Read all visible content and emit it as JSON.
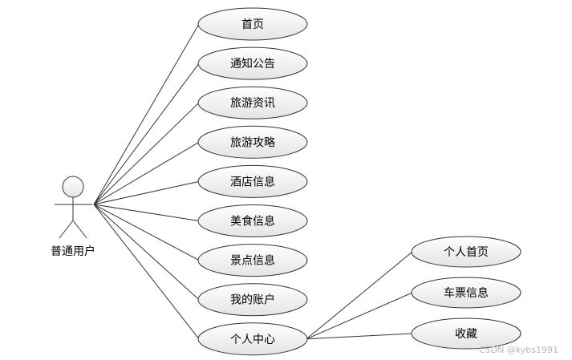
{
  "actor": {
    "label": "普通用户"
  },
  "use_cases": [
    {
      "id": "home",
      "label": "首页"
    },
    {
      "id": "notice",
      "label": "通知公告"
    },
    {
      "id": "travel-info",
      "label": "旅游资讯"
    },
    {
      "id": "travel-guide",
      "label": "旅游攻略"
    },
    {
      "id": "hotel",
      "label": "酒店信息"
    },
    {
      "id": "food",
      "label": "美食信息"
    },
    {
      "id": "scenic",
      "label": "景点信息"
    },
    {
      "id": "account",
      "label": "我的账户"
    },
    {
      "id": "personal-center",
      "label": "个人中心"
    }
  ],
  "sub_use_cases": [
    {
      "id": "personal-home",
      "label": "个人首页"
    },
    {
      "id": "ticket",
      "label": "车票信息"
    },
    {
      "id": "favorites",
      "label": "收藏"
    }
  ],
  "watermark": "CSDN @kybs1991",
  "colors": {
    "ellipse_fill_top": "#ffffff",
    "ellipse_fill_bottom": "#e4e4e4",
    "stroke": "#333333"
  }
}
